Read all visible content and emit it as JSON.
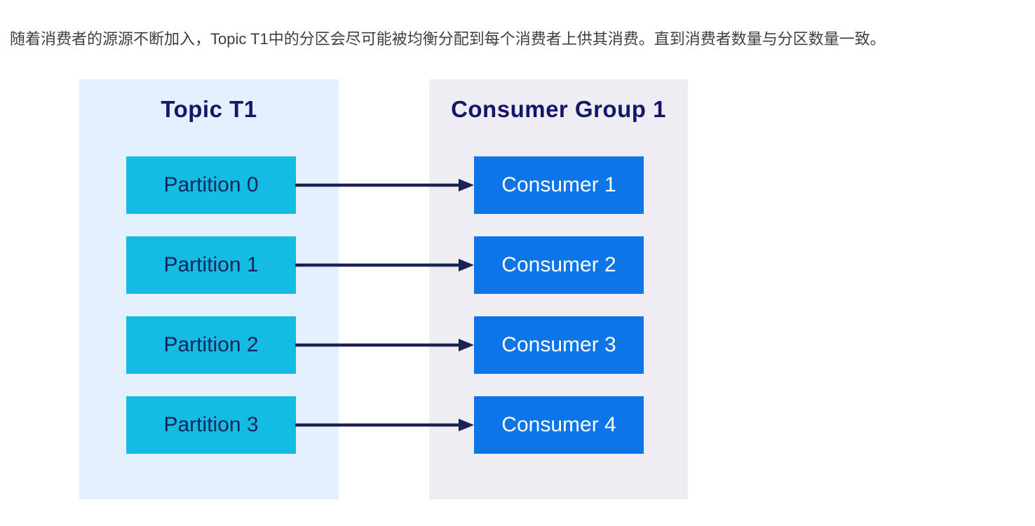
{
  "page": {
    "description": "随着消费者的源源不断加入，Topic T1中的分区会尽可能被均衡分配到每个消费者上供其消费。直到消费者数量与分区数量一致。"
  },
  "diagram": {
    "topic": {
      "title": "Topic T1",
      "partitions": [
        "Partition 0",
        "Partition 1",
        "Partition 2",
        "Partition 3"
      ]
    },
    "consumer_group": {
      "title": "Consumer Group 1",
      "consumers": [
        "Consumer 1",
        "Consumer 2",
        "Consumer 3",
        "Consumer 4"
      ]
    },
    "connections": [
      {
        "from": "Partition 0",
        "to": "Consumer 1"
      },
      {
        "from": "Partition 1",
        "to": "Consumer 2"
      },
      {
        "from": "Partition 2",
        "to": "Consumer 3"
      },
      {
        "from": "Partition 3",
        "to": "Consumer 4"
      }
    ],
    "colors": {
      "topic_panel_bg": "#e4f0fd",
      "consumer_panel_bg": "#eeedf3",
      "partition_box_bg": "#14bce4",
      "consumer_box_bg": "#0d75e8",
      "partition_text": "#12265c",
      "consumer_text": "#ffffff",
      "panel_title_text": "#15156b",
      "arrow": "#1a2153",
      "description_text": "#3c4043"
    }
  }
}
